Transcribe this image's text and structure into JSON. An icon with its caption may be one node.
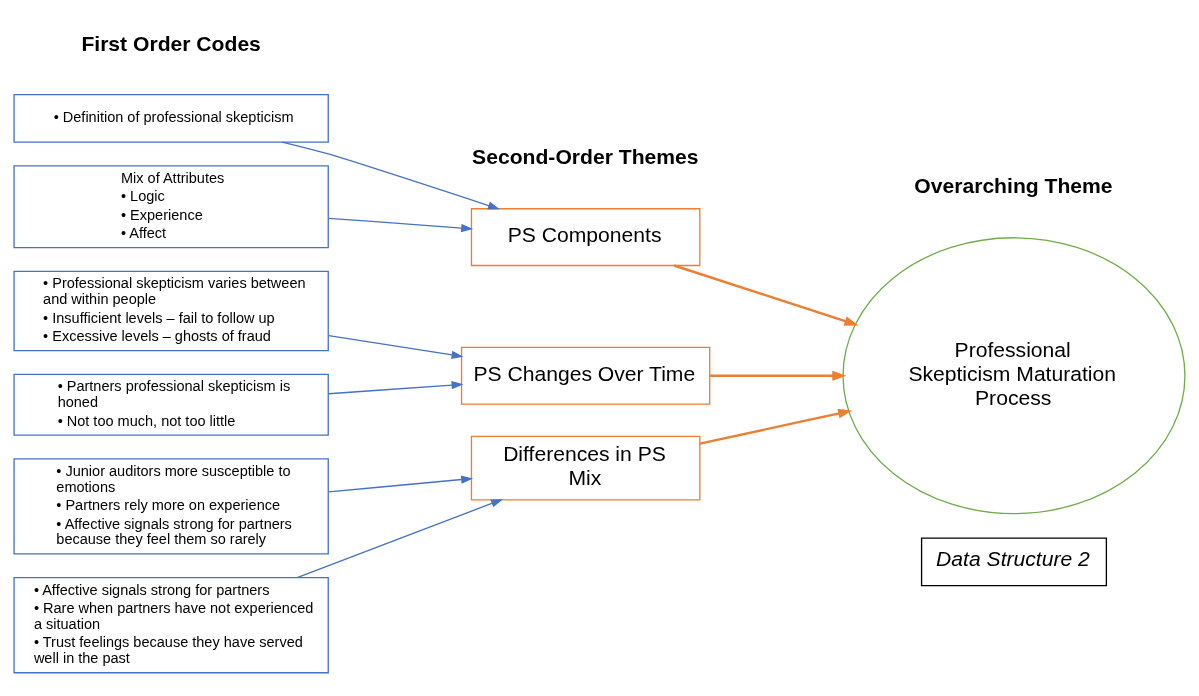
{
  "diagram": {
    "nodes": [
      {
        "text": [
          "• Definition of professional skepticism"
        ]
      },
      {
        "text": [
          "Mix of Attributes",
          "• Logic",
          "• Experience",
          "• Affect"
        ]
      },
      {
        "text": [
          "• Professional skepticism varies between and within people",
          "• Insufficient levels – fail to follow up",
          "• Excessive levels – ghosts of fraud"
        ]
      },
      {
        "text": [
          "• Partners professional skepticism is honed",
          "• Not too much, not too little"
        ]
      },
      {
        "text": [
          "• Junior auditors more susceptible to emotions",
          "• Partners rely more on experience",
          "• Affective signals strong for partners because they feel them so rarely"
        ]
      },
      {
        "text": [
          "• Affective signals strong for partners",
          "• Rare when partners have not experienced a situation",
          "• Trust feelings because they have served well in the past"
        ]
      },
      {
        "text": [
          "PS Components"
        ]
      },
      {
        "text": [
          "PS Changes Over Time"
        ]
      },
      {
        "text": [
          "Differences in PS Mix"
        ]
      },
      {
        "text": [
          "Professional Skepticism Maturation Process"
        ]
      },
      {
        "text": [
          "Data Structure 2"
        ]
      }
    ],
    "edges": [
      {
        "from": 0,
        "to": 6,
        "arrow": "to"
      },
      {
        "from": 1,
        "to": 6,
        "arrow": "to"
      },
      {
        "from": 2,
        "to": 7,
        "arrow": "to"
      },
      {
        "from": 3,
        "to": 7,
        "arrow": "to"
      },
      {
        "from": 4,
        "to": 8,
        "arrow": "to"
      },
      {
        "from": 5,
        "to": 8,
        "arrow": "to"
      },
      {
        "from": 6,
        "to": 9,
        "arrow": "to",
        "color": "#ed7d31"
      },
      {
        "from": 7,
        "to": 9,
        "arrow": "to",
        "color": "#ed7d31"
      },
      {
        "from": 8,
        "to": 9,
        "arrow": "to",
        "color": "#ed7d31"
      }
    ],
    "labels": [
      "First Order Codes",
      "Second-Order Themes",
      "Overarching Theme"
    ]
  }
}
